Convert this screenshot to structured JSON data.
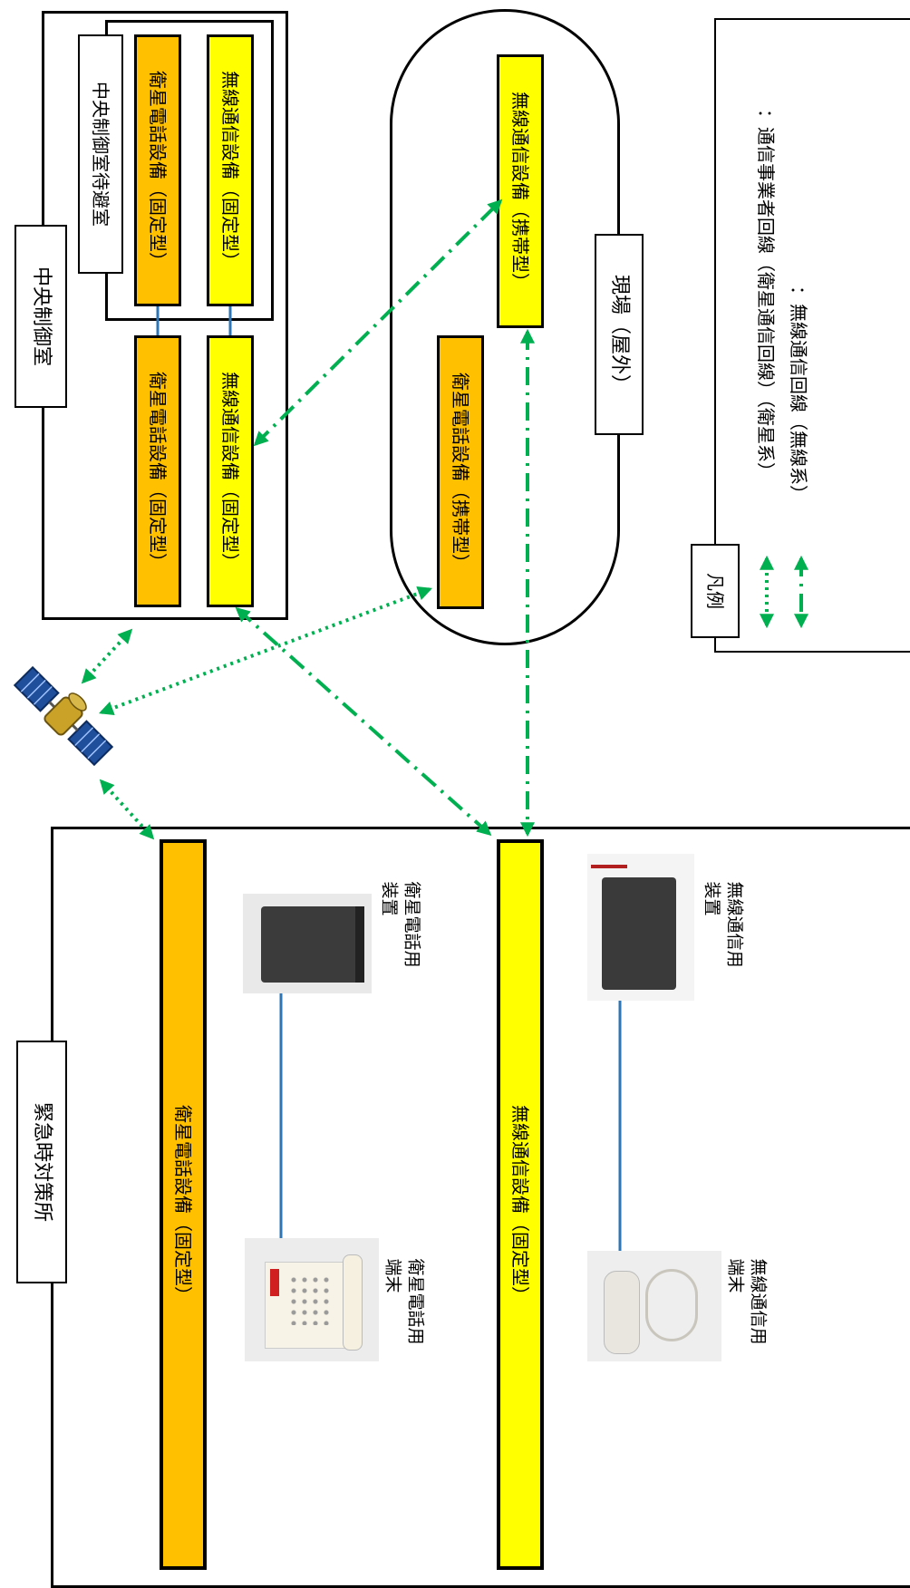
{
  "central_control": {
    "title": "中央制御室",
    "waiting_room_title": "中央制御室待避室",
    "satellite_fixed": "衛星電話設備（固定型）",
    "wireless_fixed": "無線通信設備（固定型）",
    "waiting_satellite_fixed": "衛星電話設備（固定型）",
    "waiting_wireless_fixed": "無線通信設備（固定型）"
  },
  "field": {
    "title": "現場（屋外）",
    "satellite_portable": "衛星電話設備（携帯型）",
    "wireless_portable": "無線通信設備（携帯型）"
  },
  "legend": {
    "title": "凡例",
    "satellite_line_text": "：通信事業者回線（衛星通信回線）（衛星系）",
    "wireless_line_text": "：無線通信回線（無線系）"
  },
  "emergency_office": {
    "title": "緊急時対策所",
    "satellite_fixed": "衛星電話設備（固定型）",
    "wireless_fixed": "無線通信設備（固定型）",
    "satellite_device_caption": "衛星電話用\n装置",
    "wireless_device_caption": "無線通信用\n装置",
    "satellite_terminal_caption": "衛星電話用\n端末",
    "wireless_terminal_caption": "無線通信用\n端末"
  },
  "colors": {
    "satellite_equipment": "#ffc000",
    "wireless_equipment": "#ffff00",
    "link_line": "#00b050",
    "internal_cable": "#2e75b6"
  },
  "icons": {
    "satellite": "satellite-icon",
    "satellite_phone_device": "satellite-phone-device-photo",
    "wireless_device": "wireless-device-photo",
    "satellite_terminal": "satellite-phone-terminal-photo",
    "wireless_terminal": "wireless-handset-photo"
  }
}
